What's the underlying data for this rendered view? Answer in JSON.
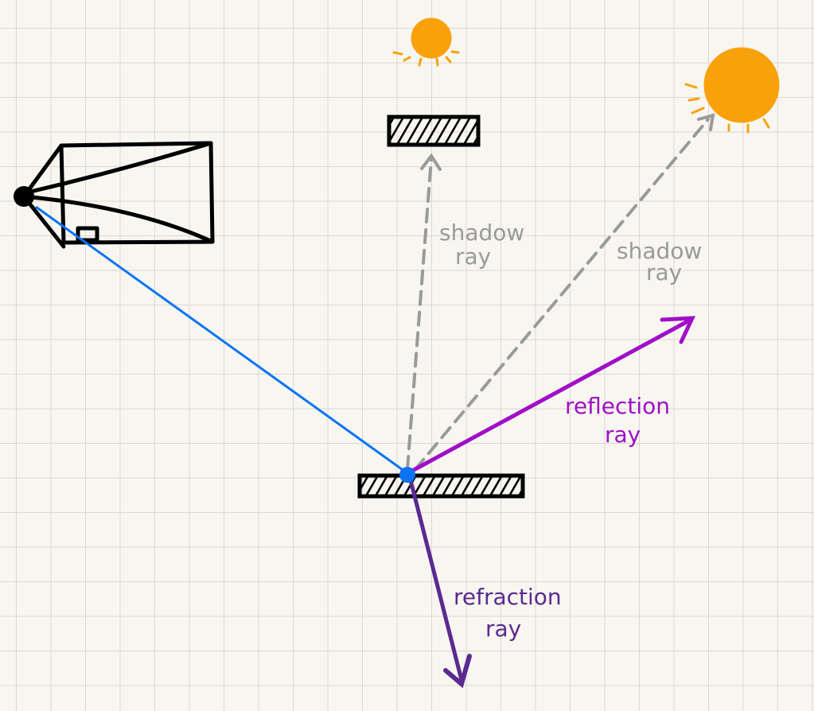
{
  "colors": {
    "background": "#f8f6f0",
    "grid": "#dcd8d0",
    "camera_ray": "#0a74f5",
    "reflection": "#a00fc8",
    "refraction": "#5a2a90",
    "shadow": "#9a9a9a",
    "sun": "#f9a10b",
    "ink": "#000000"
  },
  "labels": {
    "shadow_ray_1": [
      "shadow",
      "ray"
    ],
    "shadow_ray_2": [
      "shadow",
      "ray"
    ],
    "reflection": [
      "reflection",
      "ray"
    ],
    "refraction": [
      "refraction",
      "ray"
    ]
  }
}
